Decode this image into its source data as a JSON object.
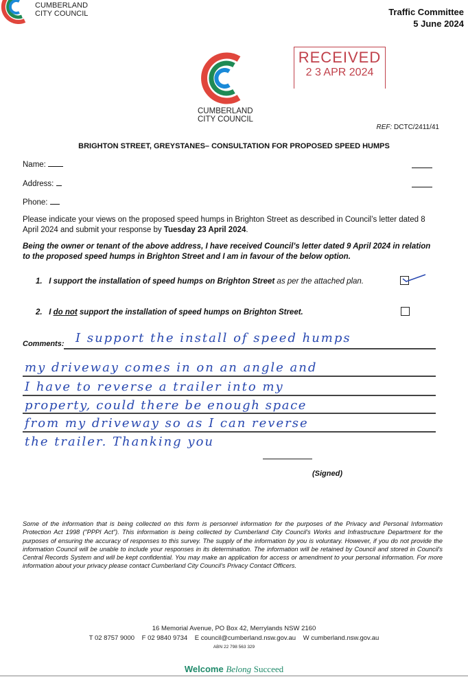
{
  "header": {
    "council_name_line1": "CUMBERLAND",
    "council_name_line2": "CITY COUNCIL",
    "committee": "Traffic Committee",
    "date": "5 June 2024"
  },
  "stamp": {
    "label": "RECEIVED",
    "date": "2 3 APR 2024"
  },
  "logo": {
    "line1": "CUMBERLAND",
    "line2": "CITY COUNCIL"
  },
  "ref": {
    "label": "REF:",
    "value": "DCTC/2411/41"
  },
  "title": "BRIGHTON STREET, GREYSTANES– CONSULTATION FOR PROPOSED SPEED HUMPS",
  "fields": {
    "name": "Name:",
    "address": "Address:",
    "phone": "Phone:"
  },
  "intro": {
    "text": "Please indicate your views on the proposed speed humps in Brighton Street as described in Council’s letter dated 8 April 2024 and submit your response by ",
    "deadline": "Tuesday 23 April 2024",
    "end": "."
  },
  "statement": "Being the owner or tenant of the above address, I have received Council’s letter dated 9 April 2024 in relation to the proposed speed humps in Brighton Street and I am in favour of the below option.",
  "options": [
    {
      "number": "1.",
      "text": "I support the installation of speed humps on Brighton Street",
      "suffix": " as per the attached plan.",
      "checked": true
    },
    {
      "number": "2.",
      "pre": "I ",
      "emph": "do not",
      "text": " support the installation of speed humps on Brighton Street.",
      "checked": false
    }
  ],
  "comments": {
    "label": "Comments:",
    "lines": [
      "I support the install of speed humps",
      "my driveway comes in on an angle  and",
      "I have to reverse a trailer into my",
      "property, could there be enough space",
      "from my driveway so as I can reverse",
      "the trailer. Thanking you"
    ]
  },
  "signed_label": "(Signed)",
  "privacy": "Some of the information that is being collected on this form is personnel information for the purposes of the Privacy and Personal Information Protection Act 1998 (\"PPPI Act\"). This information is being collected by Cumberland City Council's Works and Infrastructure Department for the purposes of ensuring the accuracy of responses to this survey. The supply of the information by you is voluntary. However, if you do not provide the information Council will be unable to include your responses in its determination. The information will be retained by Council and stored in Council's Central Records System and will be kept confidential. You may make an application for access or amendment to your personal information. For more information about your privacy please contact Cumberland City Council's Privacy Contact Officers.",
  "footer": {
    "address": "16 Memorial Avenue, PO Box 42, Merrylands NSW 2160",
    "contacts": "T 02 8757 9000    F 02 9840 9734    E council@cumberland.nsw.gov.au    W cumberland.nsw.gov.au",
    "abn": "ABN 22 798 563 329",
    "slogan": {
      "welcome": "Welcome",
      "belong": "Belong",
      "succeed": "Succeed"
    }
  },
  "colors": {
    "red": "#e0463c",
    "green": "#1f8a55",
    "blue": "#1a8ad8",
    "ink": "#2848b0",
    "stamp": "#c0404a",
    "slogan": "#1f8a6a"
  }
}
